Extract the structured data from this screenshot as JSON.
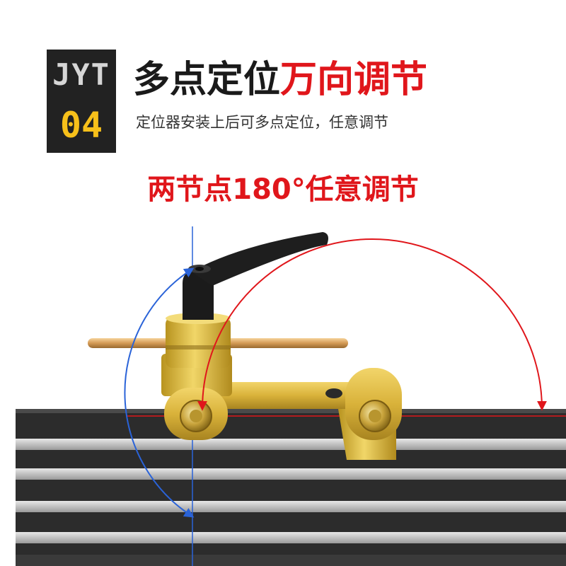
{
  "badge": {
    "series": "JYT",
    "number": "04"
  },
  "headline": {
    "part1": "多点定位",
    "part2": "万向调节"
  },
  "subline": "定位器安装上后可多点定位，任意调节",
  "angle_note": "两节点180°任意调节",
  "colors": {
    "accent_red": "#e0161b",
    "badge_bg": "#222222",
    "badge_gold": "#f7c01a",
    "brass": "#d9b23a",
    "arc_blue": "#2a63d8",
    "table_dark": "#2c2c2c"
  }
}
